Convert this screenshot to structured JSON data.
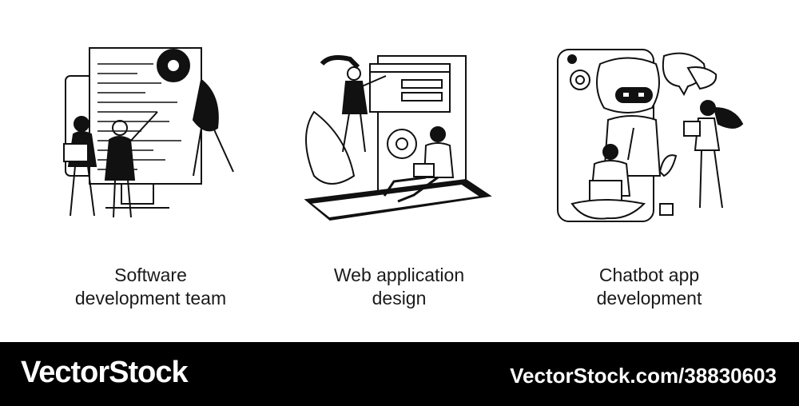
{
  "panels": [
    {
      "caption_line1": "Software",
      "caption_line2": "development team",
      "illustration_icon": "developer-team-icon"
    },
    {
      "caption_line1": "Web application",
      "caption_line2": "design",
      "illustration_icon": "web-design-icon"
    },
    {
      "caption_line1": "Chatbot app",
      "caption_line2": "development",
      "illustration_icon": "chatbot-icon"
    }
  ],
  "footer": {
    "brand": "VectorStock",
    "credit": "VectorStock.com/38830603"
  },
  "colors": {
    "ink": "#111111",
    "banner": "#000000",
    "banner_text": "#ffffff"
  }
}
